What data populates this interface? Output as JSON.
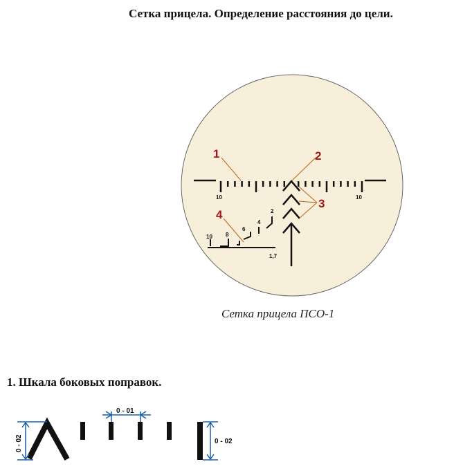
{
  "title": "Сетка прицела. Определение расстояния до цели.",
  "figure": {
    "caption": "Сетка прицела ПСО-1",
    "scale_labels": {
      "left": "10",
      "right": "10"
    },
    "rangefinder_labels": [
      "10",
      "8",
      "6",
      "4",
      "2"
    ],
    "rangefinder_height": "1,7",
    "callouts": [
      "1",
      "2",
      "3",
      "4"
    ],
    "colors": {
      "background": "#f7efda",
      "callout": "#a01818",
      "leader": "#b5651d"
    }
  },
  "section1": {
    "heading": "1. Шкала боковых поправок.",
    "dim_left": "0 - 02",
    "dim_top": "0 - 01",
    "dim_right": "0 - 02",
    "dim_color": "#1a5fa8"
  }
}
